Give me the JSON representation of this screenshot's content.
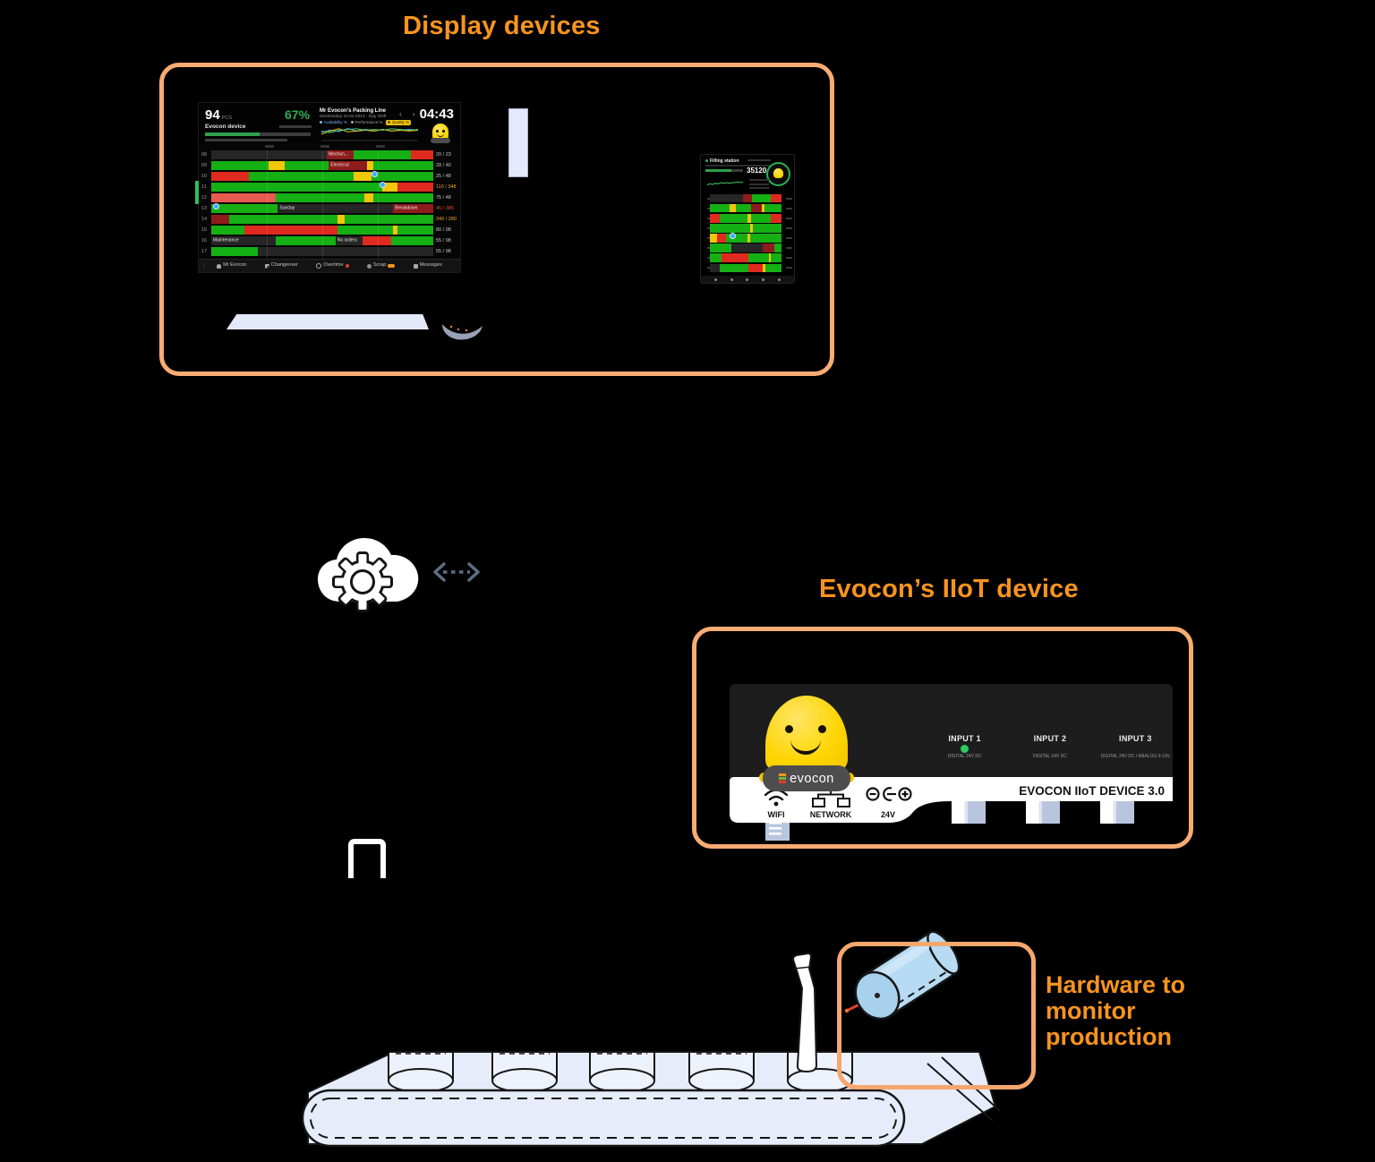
{
  "colors": {
    "orange": "#f7941e",
    "box_border": "#f8ac74",
    "green": "#14b014",
    "red": "#e02a20",
    "light_red": "#e85a50",
    "dark_red": "#8f1c1c",
    "yellow": "#f2c60a",
    "idle": "#262626",
    "value_orange": "#f0a32a",
    "value_red": "#e8483c",
    "value_gray": "#c9c9c9",
    "arrow": "#5d6e82",
    "lavender": "#e7ecfa"
  },
  "titles": {
    "display": "Display devices",
    "iiot": "Evocon’s IIoT device",
    "hardware": "Hardware to monitor production"
  },
  "monitor": {
    "count": "94",
    "count_unit": "PCS",
    "device_label": "Evocon device",
    "oee": "67%",
    "line_title": "Mr Evocon’s Packing Line",
    "line_subtitle": "Wednesday 24.04.2013 - Day Shift",
    "nav_arrows": "‹ ›",
    "menu_dots": "⋮",
    "clock": "04:43",
    "legend": [
      {
        "label": "Availability %",
        "color": "#7eb3ff",
        "highlight": false
      },
      {
        "label": "Performance %",
        "color": "#a8a8a8",
        "highlight": false
      },
      {
        "label": "Quality %",
        "color": "#5d4f0a",
        "highlight": true
      }
    ],
    "footer": [
      {
        "icon": "user-icon",
        "label": "Mr Evocon",
        "badge": ""
      },
      {
        "icon": "changeover-icon",
        "label": "Changeover",
        "badge": ""
      },
      {
        "icon": "overtime-icon",
        "label": "Overtime",
        "badge": "red"
      },
      {
        "icon": "scrap-icon",
        "label": "Scrap",
        "badge": "orange"
      },
      {
        "icon": "messages-icon",
        "label": "Messages",
        "badge": ""
      }
    ]
  },
  "tablet": {
    "title": "Filling station",
    "count": "35120"
  },
  "device": {
    "brand": "evocon",
    "model": "EVOCON IIoT DEVICE 3.0",
    "inputs": [
      {
        "label": "INPUT 1",
        "sub": "DIGITAL 24V DC",
        "led": true
      },
      {
        "label": "INPUT 2",
        "sub": "DIGITAL 24V DC",
        "led": false
      },
      {
        "label": "INPUT 3",
        "sub": "DIGITAL 24V DC / ANALOG 0-10V",
        "led": false
      }
    ],
    "bottom": [
      {
        "icon": "wifi-icon",
        "label": "WIFI"
      },
      {
        "icon": "network-icon",
        "label": "NETWORK"
      },
      {
        "icon": "power-icon",
        "label": "24V"
      }
    ]
  },
  "chart_data": [
    {
      "type": "gantt",
      "context": "monitor-shift-timeline",
      "gridlines_pct": [
        25,
        50,
        75
      ],
      "rows": [
        {
          "hour": "08",
          "value": "20 / 23",
          "value_color": "value_gray",
          "markers": [],
          "segments": [
            [
              "idle",
              52,
              ""
            ],
            [
              "dark_red",
              12,
              "Mechan..."
            ],
            [
              "green",
              26,
              ""
            ],
            [
              "red",
              10,
              ""
            ]
          ]
        },
        {
          "hour": "09",
          "value": "28 / 40",
          "value_color": "value_gray",
          "markers": [],
          "segments": [
            [
              "green",
              26,
              ""
            ],
            [
              "yellow",
              7,
              ""
            ],
            [
              "green",
              20,
              ""
            ],
            [
              "dark_red",
              17,
              "Electrical"
            ],
            [
              "yellow",
              3,
              ""
            ],
            [
              "green",
              27,
              ""
            ]
          ]
        },
        {
          "hour": "10",
          "value": "25 / 48",
          "value_color": "value_gray",
          "markers": [
            72
          ],
          "segments": [
            [
              "red",
              17,
              ""
            ],
            [
              "green",
              47,
              ""
            ],
            [
              "yellow",
              8,
              ""
            ],
            [
              "green",
              28,
              ""
            ]
          ]
        },
        {
          "hour": "11",
          "value": "110 / 348",
          "value_color": "value_orange",
          "markers": [
            76
          ],
          "segments": [
            [
              "green",
              77,
              ""
            ],
            [
              "yellow",
              7,
              ""
            ],
            [
              "red",
              16,
              ""
            ]
          ]
        },
        {
          "hour": "12",
          "value": "75 / 48",
          "value_color": "value_gray",
          "markers": [],
          "segments": [
            [
              "light_red",
              29,
              ""
            ],
            [
              "green",
              40,
              ""
            ],
            [
              "yellow",
              4,
              ""
            ],
            [
              "green",
              27,
              ""
            ]
          ]
        },
        {
          "hour": "13",
          "value": "45 / 385",
          "value_color": "value_red",
          "markers": [
            1
          ],
          "segments": [
            [
              "green",
              30,
              ""
            ],
            [
              "idle",
              52,
              "Sunday"
            ],
            [
              "dark_red",
              18,
              "Breakdown"
            ]
          ]
        },
        {
          "hour": "14",
          "value": "340 / 280",
          "value_color": "value_orange",
          "markers": [],
          "segments": [
            [
              "dark_red",
              8,
              ""
            ],
            [
              "green",
              49,
              ""
            ],
            [
              "yellow",
              3,
              ""
            ],
            [
              "green",
              40,
              ""
            ]
          ]
        },
        {
          "hour": "15",
          "value": "80 / 98",
          "value_color": "value_gray",
          "markers": [],
          "segments": [
            [
              "green",
              15,
              ""
            ],
            [
              "red",
              42,
              ""
            ],
            [
              "green",
              25,
              ""
            ],
            [
              "yellow",
              2,
              ""
            ],
            [
              "green",
              16,
              ""
            ]
          ]
        },
        {
          "hour": "16",
          "value": "55 / 98",
          "value_color": "value_gray",
          "markers": [],
          "segments": [
            [
              "idle",
              29,
              "Maintenance"
            ],
            [
              "green",
              27,
              ""
            ],
            [
              "idle",
              12,
              "No orders"
            ],
            [
              "red",
              13,
              ""
            ],
            [
              "green",
              19,
              ""
            ]
          ]
        },
        {
          "hour": "17",
          "value": "55 / 98",
          "value_color": "value_gray",
          "markers": [],
          "segments": [
            [
              "green",
              21,
              ""
            ],
            [
              "idle",
              79,
              ""
            ]
          ]
        }
      ]
    },
    {
      "type": "gantt",
      "context": "tablet-shift-timeline",
      "rows": [
        {
          "segments": [
            [
              "idle",
              46,
              ""
            ],
            [
              "dark_red",
              13,
              ""
            ],
            [
              "green",
              26,
              ""
            ],
            [
              "red",
              15,
              ""
            ]
          ],
          "markers": []
        },
        {
          "segments": [
            [
              "green",
              28,
              ""
            ],
            [
              "yellow",
              8,
              ""
            ],
            [
              "green",
              22,
              ""
            ],
            [
              "dark_red",
              14,
              ""
            ],
            [
              "yellow",
              4,
              ""
            ],
            [
              "green",
              24,
              ""
            ]
          ],
          "markers": []
        },
        {
          "segments": [
            [
              "red",
              14,
              ""
            ],
            [
              "green",
              38,
              ""
            ],
            [
              "yellow",
              5,
              ""
            ],
            [
              "green",
              28,
              ""
            ],
            [
              "red",
              15,
              ""
            ]
          ],
          "markers": []
        },
        {
          "segments": [
            [
              "green",
              56,
              ""
            ],
            [
              "yellow",
              4,
              ""
            ],
            [
              "green",
              40,
              ""
            ]
          ],
          "markers": []
        },
        {
          "segments": [
            [
              "yellow",
              10,
              ""
            ],
            [
              "red",
              12,
              ""
            ],
            [
              "green",
              30,
              ""
            ],
            [
              "yellow",
              4,
              ""
            ],
            [
              "green",
              44,
              ""
            ]
          ],
          "markers": [
            28
          ]
        },
        {
          "segments": [
            [
              "green",
              30,
              ""
            ],
            [
              "idle",
              44,
              ""
            ],
            [
              "dark_red",
              16,
              ""
            ],
            [
              "green",
              10,
              ""
            ]
          ],
          "markers": []
        },
        {
          "segments": [
            [
              "green",
              16,
              ""
            ],
            [
              "red",
              38,
              ""
            ],
            [
              "green",
              28,
              ""
            ],
            [
              "yellow",
              3,
              ""
            ],
            [
              "green",
              15,
              ""
            ]
          ],
          "markers": []
        },
        {
          "segments": [
            [
              "idle",
              14,
              ""
            ],
            [
              "green",
              40,
              ""
            ],
            [
              "red",
              20,
              ""
            ],
            [
              "yellow",
              3,
              ""
            ],
            [
              "green",
              23,
              ""
            ]
          ],
          "markers": []
        }
      ]
    },
    {
      "type": "line",
      "context": "monitor-oee-trend",
      "series": [
        {
          "name": "availability",
          "color": "#58a6ff",
          "values": [
            11,
            14,
            12,
            16,
            13,
            15,
            13,
            15,
            13,
            14,
            15,
            14
          ]
        },
        {
          "name": "performance",
          "color": "#f2c60a",
          "values": [
            8,
            12,
            15,
            11,
            12,
            13,
            12,
            14,
            12,
            13,
            12,
            13
          ]
        },
        {
          "name": "quality",
          "color": "#43c768",
          "values": [
            12,
            10,
            13,
            14,
            15,
            13,
            14,
            13,
            15,
            14,
            13,
            14
          ]
        }
      ]
    },
    {
      "type": "line",
      "context": "tablet-trend",
      "series": [
        {
          "name": "output",
          "color": "#43c768",
          "values": [
            5,
            7,
            6,
            8,
            7,
            9,
            8,
            9,
            8,
            9,
            9,
            10,
            9,
            10
          ]
        }
      ]
    }
  ]
}
